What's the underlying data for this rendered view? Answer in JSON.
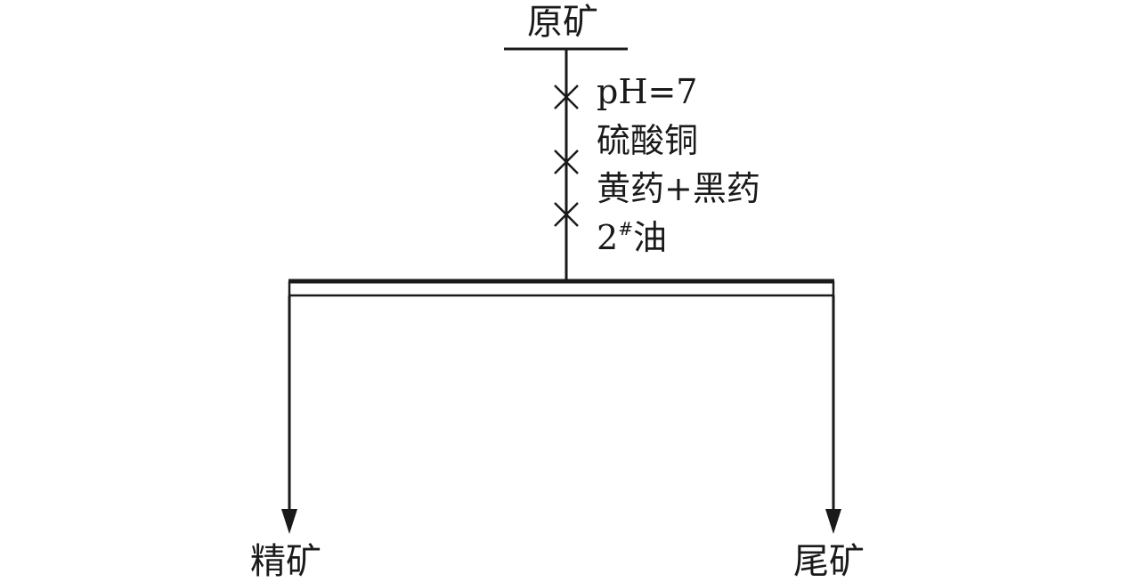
{
  "feed": {
    "label": "原矿"
  },
  "reagents": [
    {
      "text": "pH=7"
    },
    {
      "text": "硫酸铜"
    },
    {
      "text": "黄药+黑药"
    },
    {
      "base": "2",
      "sup": "#",
      "suffix": "油"
    }
  ],
  "products": {
    "concentrate": "精矿",
    "tailings": "尾矿"
  },
  "colors": {
    "line": "#1a1a1a",
    "background": "#ffffff"
  }
}
